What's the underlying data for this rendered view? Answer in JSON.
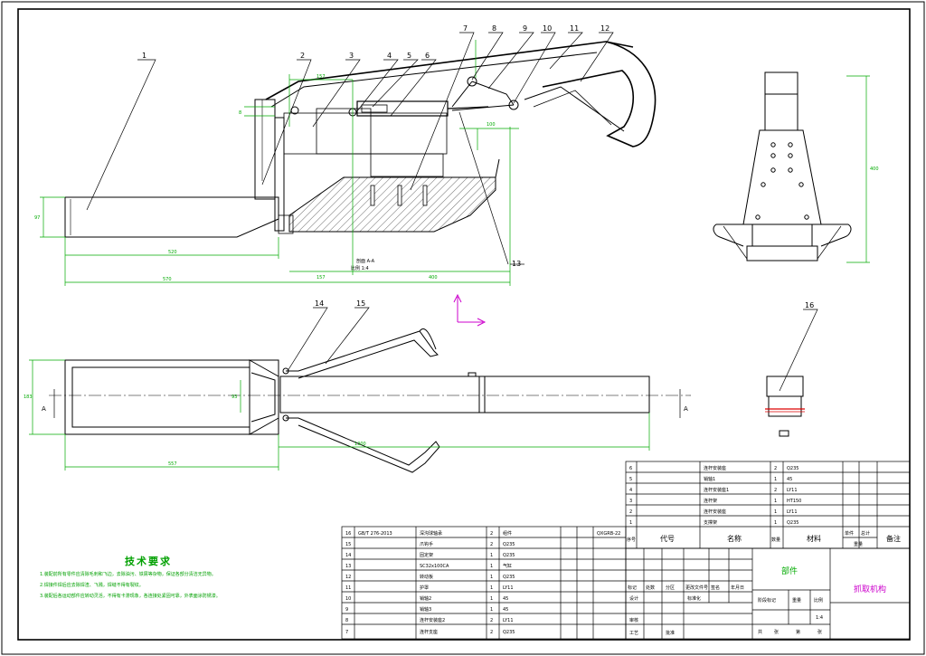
{
  "callouts": [
    "1",
    "2",
    "3",
    "4",
    "5",
    "6",
    "7",
    "8",
    "9",
    "10",
    "11",
    "12",
    "13",
    "14",
    "15",
    "16"
  ],
  "section_label": "剖面 A-A",
  "section_scale": "比例 1:4",
  "view_marks": {
    "a_left": "A",
    "a_right": "A"
  },
  "dims": {
    "d_520": "520",
    "d_570": "570",
    "d_157_top": "157",
    "d_157_bottom": "157",
    "d_400": "400",
    "d_97": "97",
    "d_8": "8",
    "d_100": "100",
    "d_400_side": "400",
    "d_183": "183",
    "d_557": "557",
    "d_93": "93",
    "d_1300": "1300"
  },
  "tech": {
    "title": "技术要求",
    "lines": [
      "1.装配前所有零件应清除毛刺和飞边，去除油污、铁屑等杂物，保证各部分清洁无异物。",
      "2.焊接件焊后应去除焊渣、飞溅，焊缝不得有裂纹。",
      "3.装配后各运动部件应转动灵活，不得有卡滞现象，各连接处紧固可靠，外表面涂防锈漆。"
    ]
  },
  "bom_lower": [
    {
      "no": "16",
      "code": "GB/T 276-2013",
      "name": "深沟球轴承",
      "qty": "2",
      "mat": "组件"
    },
    {
      "no": "15",
      "code": "",
      "name": "爪钩手",
      "qty": "2",
      "mat": "Q235"
    },
    {
      "no": "14",
      "code": "",
      "name": "固定架",
      "qty": "1",
      "mat": "Q235"
    },
    {
      "no": "13",
      "code": "",
      "name": "SC32x100CA",
      "qty": "1",
      "mat": "气缸"
    },
    {
      "no": "12",
      "code": "",
      "name": "转动板",
      "qty": "1",
      "mat": "Q235"
    },
    {
      "no": "11",
      "code": "",
      "name": "护罩",
      "qty": "1",
      "mat": "LY11"
    },
    {
      "no": "10",
      "code": "",
      "name": "销轴2",
      "qty": "1",
      "mat": "45"
    },
    {
      "no": "9",
      "code": "",
      "name": "销轴3",
      "qty": "1",
      "mat": "45"
    },
    {
      "no": "8",
      "code": "",
      "name": "连杆安装座2",
      "qty": "2",
      "mat": "LY11"
    },
    {
      "no": "7",
      "code": "",
      "name": "连杆支座",
      "qty": "2",
      "mat": "Q235"
    }
  ],
  "bom_upper": [
    {
      "no": "6",
      "code": "",
      "name": "连杆安装座",
      "qty": "2",
      "mat": "Q235"
    },
    {
      "no": "5",
      "code": "",
      "name": "销轴1",
      "qty": "1",
      "mat": "45"
    },
    {
      "no": "4",
      "code": "",
      "name": "连杆安装座1",
      "qty": "2",
      "mat": "LY11"
    },
    {
      "no": "3",
      "code": "",
      "name": "连杆架",
      "qty": "1",
      "mat": "HT150"
    },
    {
      "no": "2",
      "code": "",
      "name": "连杆安装座",
      "qty": "1",
      "mat": "LY11"
    },
    {
      "no": "1",
      "code": "",
      "name": "支撑架",
      "qty": "1",
      "mat": "Q235"
    }
  ],
  "bom_header": {
    "no": "序号",
    "code": "代号",
    "name": "名称",
    "qty": "数量",
    "mat": "材料",
    "unit": "单件",
    "total": "总计",
    "weight": "重量",
    "remark": "备注"
  },
  "doc_number": "QXGRB-22",
  "title_block": {
    "part_type": "部件",
    "title": "抓取机构",
    "label_mark": "标记",
    "label_count": "处数",
    "label_zone": "分区",
    "label_change": "更改文件号",
    "label_sign": "签名",
    "label_date": "年月日",
    "label_design": "设计",
    "label_std": "标准化",
    "label_review": "审核",
    "label_process": "工艺",
    "label_approve": "批准",
    "label_stage": "阶段标记",
    "label_weight": "重量",
    "label_scale": "比例",
    "scale_value": "1:4",
    "label_sheet": "共",
    "label_sheet_of": "张",
    "label_page": "第",
    "label_page_of": "张"
  },
  "colors": {
    "outline": "#000000",
    "dimension": "#00aa00",
    "axis": "#cc00cc",
    "hatch": "#000000",
    "section_red": "#dd0000"
  }
}
